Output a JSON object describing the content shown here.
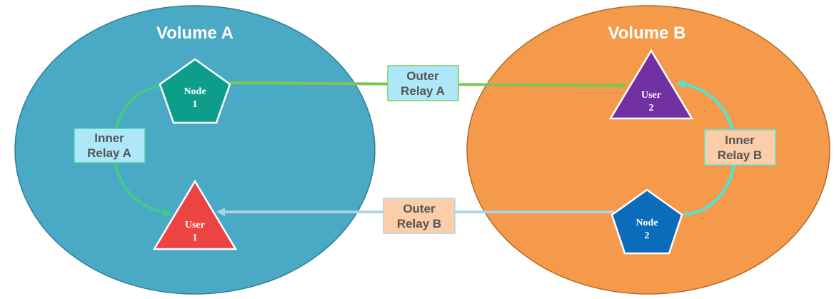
{
  "volumes": {
    "a": {
      "title": "Volume A",
      "color": "#4aa9c5"
    },
    "b": {
      "title": "Volume B",
      "color": "#f59a4a"
    }
  },
  "nodes": {
    "node1": {
      "line1": "Node",
      "line2": "1",
      "color": "#0d9d8a"
    },
    "node2": {
      "line1": "Node",
      "line2": "2",
      "color": "#0b6cbc"
    }
  },
  "users": {
    "user1": {
      "line1": "User",
      "line2": "1",
      "color": "#ec4343"
    },
    "user2": {
      "line1": "User",
      "line2": "2",
      "color": "#7231a2"
    }
  },
  "relays": {
    "outer_a": {
      "line1": "Outer",
      "line2": "Relay A",
      "fill": "#aee7f8",
      "border": "#7ccf62",
      "arrow": "#7cc653"
    },
    "inner_a": {
      "line1": "Inner",
      "line2": "Relay A",
      "fill": "#aee7f8",
      "border": "#4fd3a6",
      "arrow": "#45c98a"
    },
    "outer_b": {
      "line1": "Outer",
      "line2": "Relay B",
      "fill": "#fbcda9",
      "border": "#a9d6e4",
      "arrow": "#a9d6e4"
    },
    "inner_b": {
      "line1": "Inner",
      "line2": "Relay B",
      "fill": "#fbcda9",
      "border": "#5ee8df",
      "arrow": "#4de6d8"
    }
  }
}
